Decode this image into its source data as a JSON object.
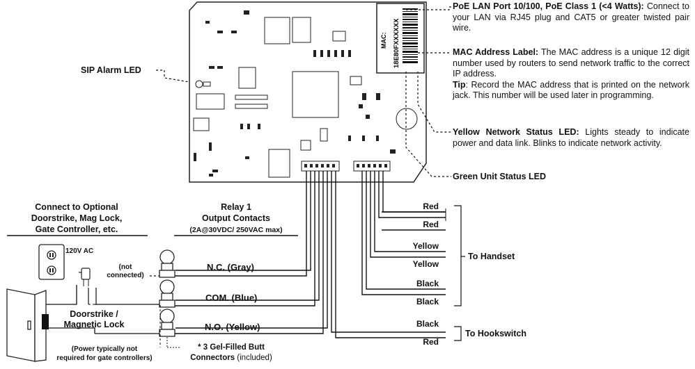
{
  "board": {
    "mac_label_title": "MAC:",
    "mac_label_value": "18E80FXXXXXX"
  },
  "callouts": {
    "sip_alarm_led": "SIP Alarm LED",
    "poe_title": "PoE LAN Port 10/100, PoE Class 1 (<4 Watts):",
    "poe_text": "Connect to your LAN via RJ45 plug and CAT5 or greater twisted pair wire.",
    "mac_title": "MAC Address Label:",
    "mac_text": "The MAC address is a unique 12 digit number used by routers to send network traffic to the correct IP address.",
    "tip_title": "Tip",
    "tip_text": ": Record the MAC address that is printed on the network jack. This number will be used later in programming.",
    "yellow_title": "Yellow Network Status LED:",
    "yellow_text": "Lights steady to indicate power and data link. Blinks to indicate network activity.",
    "green_led": "Green Unit Status LED"
  },
  "left": {
    "connect_title_1": "Connect to Optional",
    "connect_title_2": "Doorstrike, Mag Lock,",
    "connect_title_3": "Gate Controller, etc.",
    "ac_label": "120V AC",
    "not_connected_1": "(not",
    "not_connected_2": "connected)",
    "doorstrike_1": "Doorstrike /",
    "doorstrike_2": "Magnetic Lock",
    "power_note_1": "(Power typically not",
    "power_note_2": "required for gate controllers)"
  },
  "relay": {
    "title_1": "Relay 1",
    "title_2": "Output Contacts",
    "rating": "(2A@30VDC/ 250VAC max)",
    "nc": "N.C. (Gray)",
    "com": "COM. (Blue)",
    "no": "N.O. (Yellow)",
    "butt_1": "* 3 Gel-Filled Butt",
    "butt_2a": "Connectors",
    "butt_2b": " (included)"
  },
  "wires": [
    "Red",
    "Red",
    "Yellow",
    "Yellow",
    "Black",
    "Black",
    "Black",
    "Red"
  ],
  "groups": {
    "handset": "To Handset",
    "hookswitch": "To Hookswitch"
  }
}
